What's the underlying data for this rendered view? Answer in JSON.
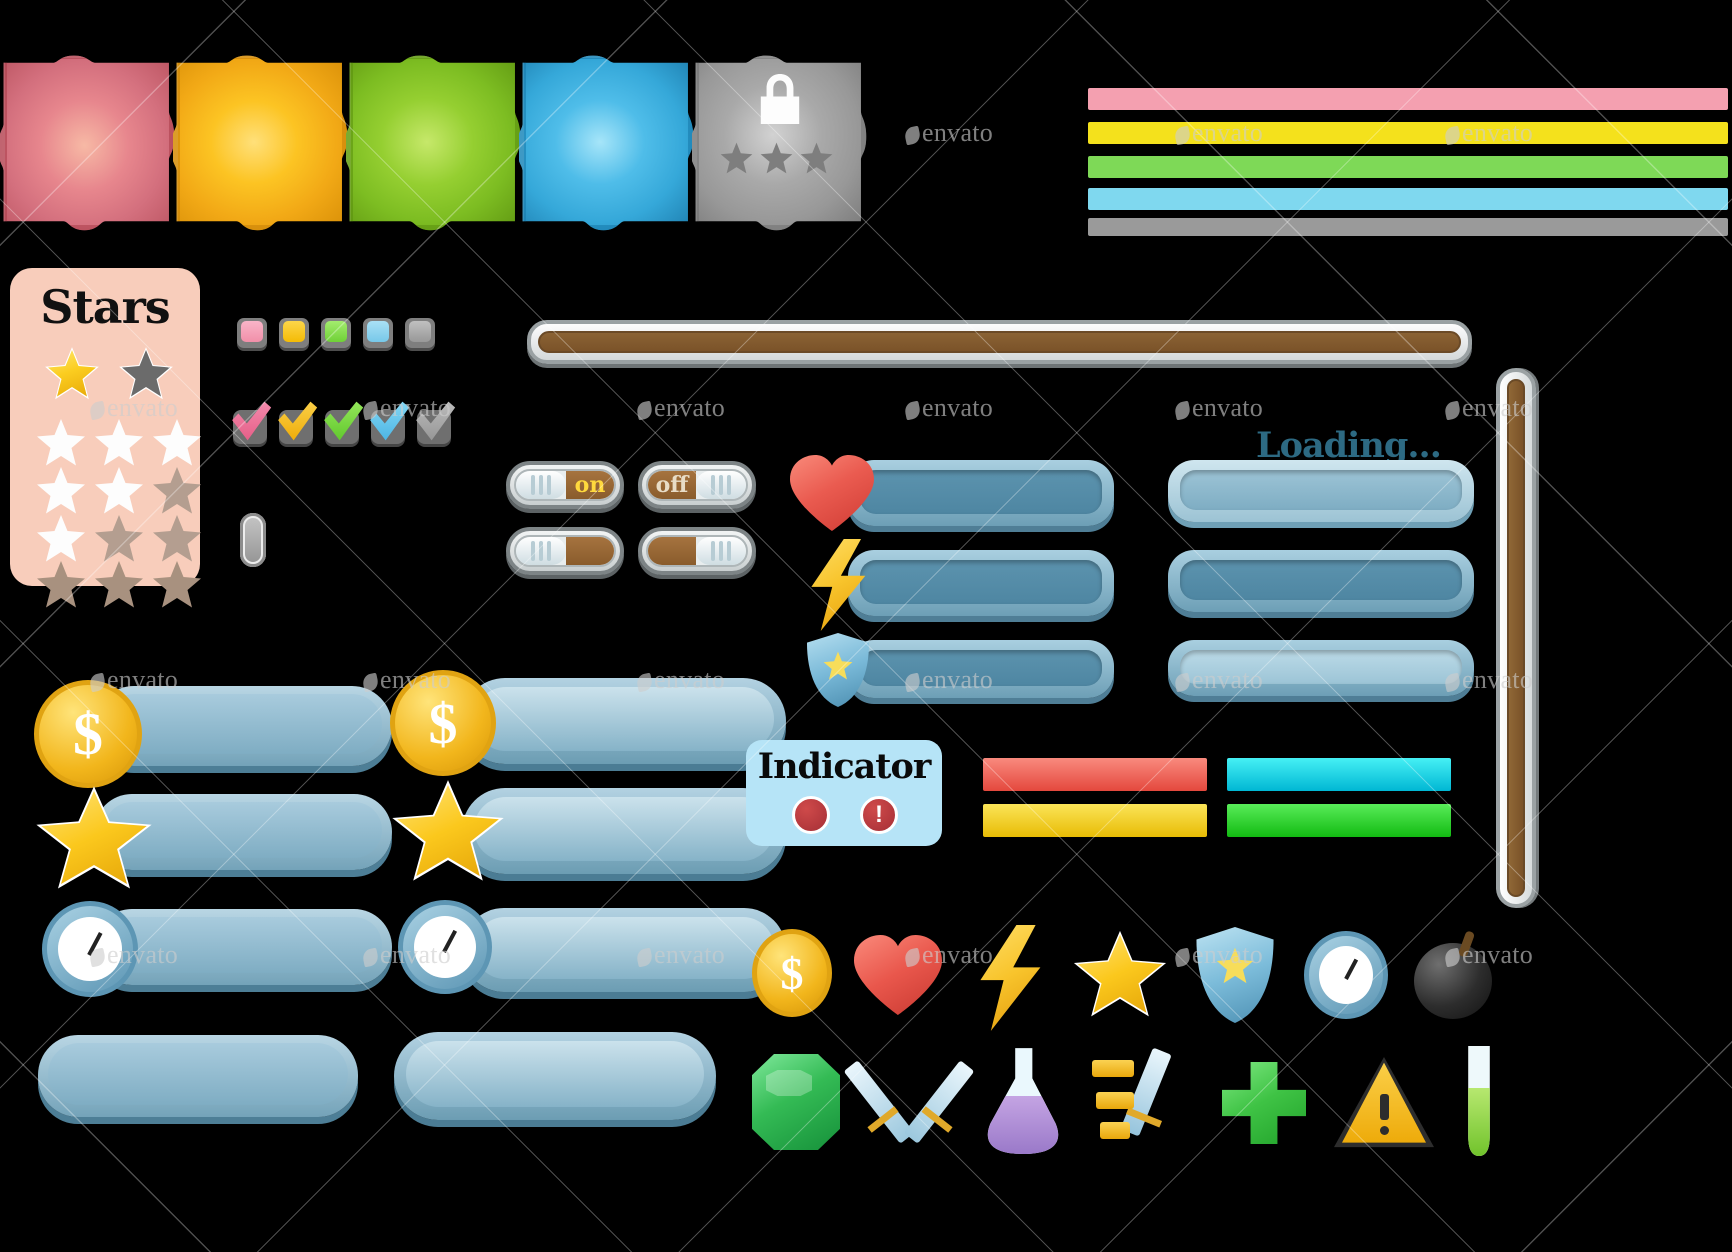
{
  "sheet": {
    "title": "Game UI Asset Sheet",
    "background_color": "#000000",
    "watermark_text": "envato"
  },
  "puzzle_buttons": [
    {
      "name": "level-tile-red",
      "color": "#d9727e",
      "edge": "#b4424f",
      "glow": "#f0a898",
      "locked": false,
      "stars": 0
    },
    {
      "name": "level-tile-orange",
      "color": "#f0a71d",
      "edge": "#c9800a",
      "glow": "#ffd355",
      "locked": false,
      "stars": 0
    },
    {
      "name": "level-tile-green",
      "color": "#84c32a",
      "edge": "#5f9411",
      "glow": "#bbe465",
      "locked": false,
      "stars": 0
    },
    {
      "name": "level-tile-blue",
      "color": "#3eaede",
      "edge": "#1d7fae",
      "glow": "#8fdcf6",
      "locked": false,
      "stars": 0
    },
    {
      "name": "level-tile-locked",
      "color": "#9a9a9a",
      "edge": "#6f6f6f",
      "glow": "#c6c6c6",
      "locked": true,
      "stars": 3
    }
  ],
  "progress_stripes": [
    {
      "name": "stripe-pink",
      "color": "#f4a0b0"
    },
    {
      "name": "stripe-yellow",
      "color": "#f4e11c"
    },
    {
      "name": "stripe-green",
      "color": "#7ed957"
    },
    {
      "name": "stripe-cyan",
      "color": "#7fd8ef"
    },
    {
      "name": "stripe-gray",
      "color": "#9a9a9a"
    }
  ],
  "stars_panel": {
    "title": "Stars",
    "background": "#f8cdbb",
    "gold_color": "#f7c71b",
    "empty_color": "#6b6b6b",
    "white_color": "#fdfdfd",
    "dim_color": "#b49e90",
    "rows": [
      {
        "states": [
          "gold",
          "gray"
        ]
      },
      {
        "states": [
          "white",
          "white",
          "white"
        ]
      },
      {
        "states": [
          "white",
          "white",
          "dim"
        ]
      },
      {
        "states": [
          "white",
          "dim",
          "dim"
        ]
      },
      {
        "states": [
          "dim",
          "dim",
          "dim"
        ]
      }
    ]
  },
  "chips": {
    "squares": [
      {
        "name": "chip-pink",
        "color": "#f6a3bb"
      },
      {
        "name": "chip-yellow",
        "color": "#f9c81b"
      },
      {
        "name": "chip-green",
        "color": "#87e04d"
      },
      {
        "name": "chip-blue",
        "color": "#8fd4ef"
      },
      {
        "name": "chip-gray",
        "color": "#a9a9a9"
      }
    ],
    "checks": [
      {
        "name": "check-pink",
        "color": "#ef7095"
      },
      {
        "name": "check-yellow",
        "color": "#f6bf1c"
      },
      {
        "name": "check-green",
        "color": "#7bd93f"
      },
      {
        "name": "check-blue",
        "color": "#5fc2ec"
      },
      {
        "name": "check-gray",
        "color": "#a2a2a2"
      }
    ],
    "pills": [
      {
        "name": "pill-pink",
        "color": "#f5a0bc"
      },
      {
        "name": "pill-yellow",
        "color": "#f8c51c"
      },
      {
        "name": "pill-green",
        "color": "#83dd47"
      },
      {
        "name": "pill-blue",
        "color": "#8fd2ee"
      },
      {
        "name": "pill-gray",
        "color": "#a5a5a5"
      }
    ]
  },
  "toggles": [
    {
      "name": "toggle-on",
      "label": "on",
      "state": "on",
      "knob_side": "left",
      "fill": "#a0703c",
      "label_color": "#ffd93d"
    },
    {
      "name": "toggle-off",
      "label": "off",
      "state": "off",
      "knob_side": "right",
      "fill": "#a0703c",
      "label_color": "#e8dcc6"
    },
    {
      "name": "toggle-blank-left",
      "label": "",
      "state": "empty-left",
      "knob_side": "left",
      "fill": "#a0703c",
      "label_color": "#ffffff"
    },
    {
      "name": "toggle-blank-right",
      "label": "",
      "state": "empty-right",
      "knob_side": "right",
      "fill": "#a0703c",
      "label_color": "#ffffff"
    }
  ],
  "slider": {
    "name": "horizontal-slider-track",
    "fill_color": "#835a2c",
    "frame_color": "#9aa1a3"
  },
  "vertical_slider": {
    "name": "vertical-slider-track",
    "fill_color": "#835a2c"
  },
  "stat_bars": [
    {
      "name": "health-bar",
      "icon": "heart-icon",
      "icon_color": "#e05050",
      "style": "dark"
    },
    {
      "name": "energy-bar",
      "icon": "lightning-icon",
      "icon_color": "#f7c52f",
      "style": "dark"
    },
    {
      "name": "shield-bar",
      "icon": "shield-icon",
      "icon_color": "#7ab9d6",
      "style": "dark"
    }
  ],
  "loading": {
    "label": "Loading...",
    "color": "#2d6a83",
    "bars": [
      {
        "name": "loading-bar-light",
        "style": "light"
      },
      {
        "name": "loading-bar-dark",
        "style": "dark"
      },
      {
        "name": "loading-bar-pale",
        "style": "pale"
      }
    ]
  },
  "menu_buttons_left": [
    {
      "name": "coin-button",
      "icon": "coin-icon",
      "icon_label": "$"
    },
    {
      "name": "star-button",
      "icon": "star-icon",
      "icon_label": ""
    },
    {
      "name": "timer-button",
      "icon": "clock-icon",
      "icon_label": ""
    },
    {
      "name": "plain-button",
      "icon": "",
      "icon_label": ""
    }
  ],
  "menu_buttons_right": [
    {
      "name": "coin-button-wide",
      "icon": "coin-icon",
      "icon_label": "$"
    },
    {
      "name": "star-button-wide",
      "icon": "star-icon",
      "icon_label": ""
    },
    {
      "name": "timer-button-wide",
      "icon": "clock-icon",
      "icon_label": ""
    },
    {
      "name": "plain-button-wide",
      "icon": "",
      "icon_label": ""
    }
  ],
  "indicator": {
    "title": "Indicator",
    "background": "#b6e4f7",
    "dots": [
      {
        "name": "indicator-dot-plain",
        "glyph": "",
        "color": "#b83b42"
      },
      {
        "name": "indicator-dot-alert",
        "glyph": "!",
        "color": "#b83b42"
      }
    ]
  },
  "flat_bars": [
    {
      "name": "flat-bar-red",
      "color": "#f2635b",
      "col": 0,
      "row": 0
    },
    {
      "name": "flat-bar-cyan",
      "color": "#2ad6e8",
      "col": 1,
      "row": 0
    },
    {
      "name": "flat-bar-yellow",
      "color": "#f3cf21",
      "col": 0,
      "row": 1
    },
    {
      "name": "flat-bar-green",
      "color": "#2fd12f",
      "col": 1,
      "row": 1
    }
  ],
  "icon_row_1": [
    {
      "name": "coin-icon",
      "glyph": "$",
      "color": "#f3bc21"
    },
    {
      "name": "heart-icon",
      "glyph": "",
      "color": "#e0574f"
    },
    {
      "name": "lightning-icon",
      "glyph": "",
      "color": "#f5c62d"
    },
    {
      "name": "star-icon",
      "glyph": "",
      "color": "#f7c71b"
    },
    {
      "name": "shield-icon",
      "glyph": "",
      "color": "#7fb9d8"
    },
    {
      "name": "clock-icon",
      "glyph": "",
      "color": "#7fb3cb"
    },
    {
      "name": "bomb-icon",
      "glyph": "",
      "color": "#2b2b2b"
    }
  ],
  "icon_row_2": [
    {
      "name": "gem-icon",
      "glyph": "",
      "color": "#3bbd54"
    },
    {
      "name": "crossed-swords-icon",
      "glyph": "",
      "color": "#cfe9f5"
    },
    {
      "name": "potion-icon",
      "glyph": "",
      "color": "#a98fd0"
    },
    {
      "name": "sword-upgrade-icon",
      "glyph": "",
      "color": "#f3b822"
    },
    {
      "name": "plus-health-icon",
      "glyph": "+",
      "color": "#4ccb52"
    },
    {
      "name": "warning-icon",
      "glyph": "!",
      "color": "#f7bb1a"
    },
    {
      "name": "test-tube-icon",
      "glyph": "",
      "color": "#8fd44a"
    }
  ]
}
